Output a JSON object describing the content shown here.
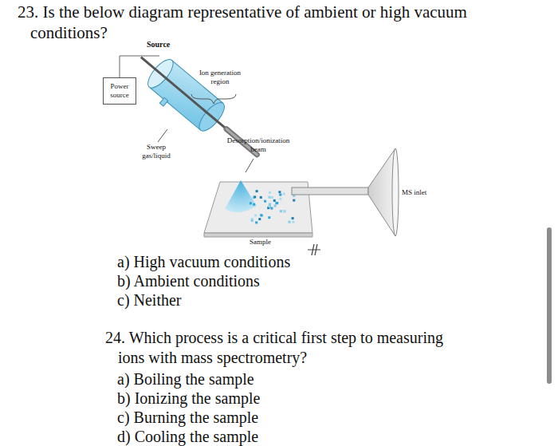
{
  "diagram": {
    "nodes": [
      {
        "text": [
          "Power source"
        ]
      }
    ],
    "labels": [
      "23. Is the below diagram representative of ambient or high vacuum conditions?",
      "Source",
      "Ion generation region",
      "Sweep gas/liquid",
      "Desorption/ionization beam",
      "MS inlet",
      "Sample",
      "a) High vacuum conditions",
      "b) Ambient conditions",
      "c) Neither",
      "24. Which process is a critical first step to measuring ions with mass spectrometry?",
      "a) Boiling the sample",
      "b) Ionizing the sample",
      "c) Burning the sample",
      "d) Cooling the sample"
    ]
  }
}
